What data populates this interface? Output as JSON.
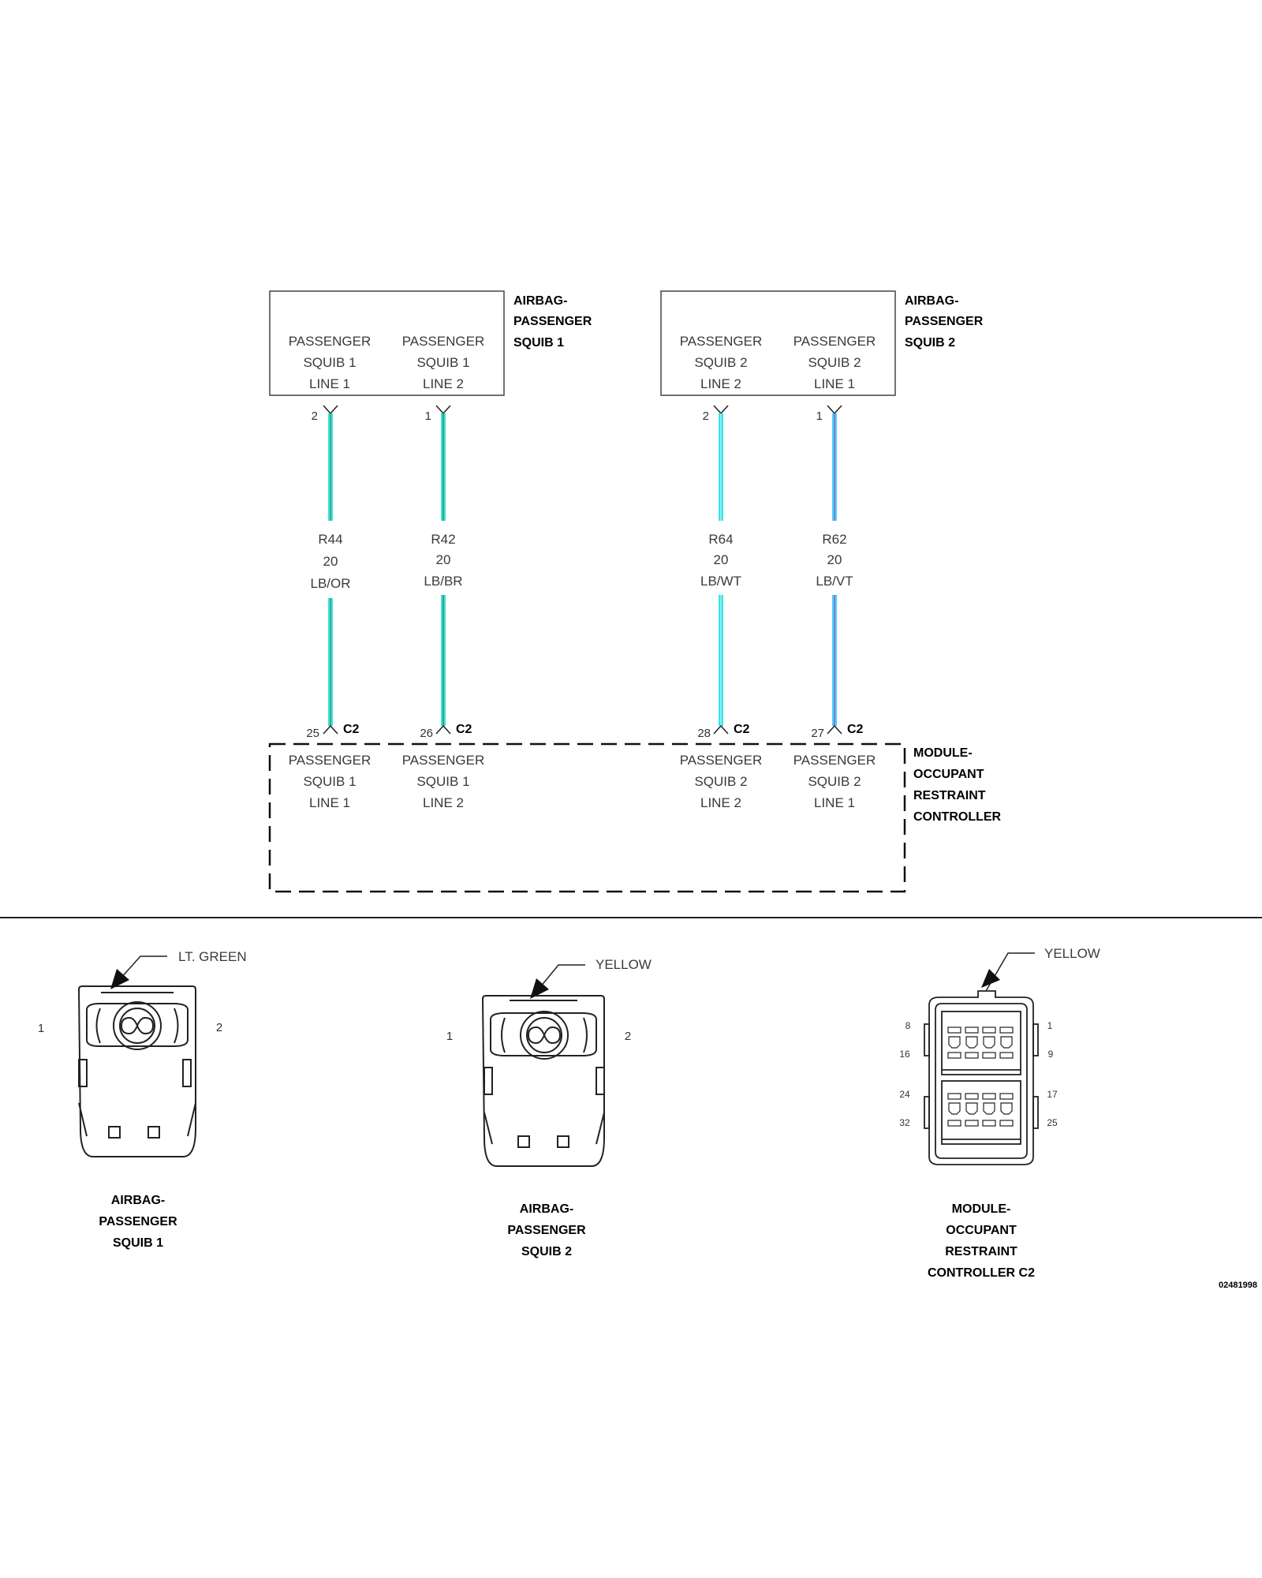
{
  "squib1": {
    "title": [
      "AIRBAG-",
      "PASSENGER",
      "SQUIB 1"
    ],
    "circuits": [
      {
        "lines": [
          "PASSENGER",
          "SQUIB 1",
          "LINE 1"
        ],
        "pin": "2"
      },
      {
        "lines": [
          "PASSENGER",
          "SQUIB 1",
          "LINE 2"
        ],
        "pin": "1"
      }
    ]
  },
  "squib2": {
    "title": [
      "AIRBAG-",
      "PASSENGER",
      "SQUIB 2"
    ],
    "circuits": [
      {
        "lines": [
          "PASSENGER",
          "SQUIB 2",
          "LINE 2"
        ],
        "pin": "2"
      },
      {
        "lines": [
          "PASSENGER",
          "SQUIB 2",
          "LINE 1"
        ],
        "pin": "1"
      }
    ]
  },
  "wires": [
    {
      "circuit": "R44",
      "gauge": "20",
      "color_code": "LB/OR",
      "stripe": "#2cb58f",
      "base": "#3fe0d8"
    },
    {
      "circuit": "R42",
      "gauge": "20",
      "color_code": "LB/BR",
      "stripe": "#2aa88a",
      "base": "#3fe0d8"
    },
    {
      "circuit": "R64",
      "gauge": "20",
      "color_code": "LB/WT",
      "stripe": "#7ff0f0",
      "base": "#3fe0e8"
    },
    {
      "circuit": "R62",
      "gauge": "20",
      "color_code": "LB/VT",
      "stripe": "#9a6ee8",
      "base": "#40d8f0"
    }
  ],
  "module": {
    "title": [
      "MODULE-",
      "OCCUPANT",
      "RESTRAINT",
      "CONTROLLER"
    ],
    "connector_label": "C2",
    "circuits": [
      {
        "lines": [
          "PASSENGER",
          "SQUIB 1",
          "LINE 1"
        ],
        "pin": "25"
      },
      {
        "lines": [
          "PASSENGER",
          "SQUIB 1",
          "LINE 2"
        ],
        "pin": "26"
      },
      {
        "lines": [
          "PASSENGER",
          "SQUIB 2",
          "LINE 2"
        ],
        "pin": "28"
      },
      {
        "lines": [
          "PASSENGER",
          "SQUIB 2",
          "LINE 1"
        ],
        "pin": "27"
      }
    ]
  },
  "connector_views": [
    {
      "color": "LT. GREEN",
      "pin_left": "1",
      "pin_right": "2",
      "caption": [
        "AIRBAG-",
        "PASSENGER",
        "SQUIB 1"
      ]
    },
    {
      "color": "YELLOW",
      "pin_left": "1",
      "pin_right": "2",
      "caption": [
        "AIRBAG-",
        "PASSENGER",
        "SQUIB 2"
      ]
    },
    {
      "color": "YELLOW",
      "pins": [
        "8",
        "1",
        "16",
        "9",
        "24",
        "17",
        "32",
        "25"
      ],
      "caption": [
        "MODULE-",
        "OCCUPANT",
        "RESTRAINT",
        "CONTROLLER C2"
      ]
    }
  ],
  "figure_code": "02481998",
  "icons": [
    "connector-lt-green-icon",
    "connector-yellow-icon",
    "connector-32-pin-icon"
  ]
}
